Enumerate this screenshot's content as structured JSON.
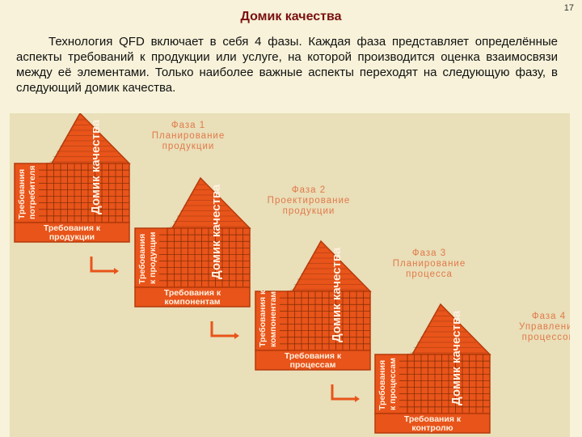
{
  "slide": {
    "title": "Домик качества",
    "page_number": "17",
    "body_text": "Технология QFD включает в себя 4 фазы. Каждая фаза представляет определённые аспекты требований к продукции или услуге, на которой производится оценка взаимосвязи между её элементами. Только наиболее важные аспекты переходят на следующую фазу, в следующий домик качества."
  },
  "colors": {
    "house": "#e8541a",
    "house_dark": "#b63a0a",
    "grid": "#7a2a06",
    "label": "#f39a63",
    "phase_text": "#e07a4a",
    "arrow": "#e8541a"
  },
  "houses": [
    {
      "roof_label": "Домик качества",
      "side_label": [
        "Требования",
        "потребителя"
      ],
      "bottom_label": [
        "Требования к",
        "продукции"
      ],
      "phase_label": [
        "Фаза 1",
        "Планирование",
        "продукции"
      ]
    },
    {
      "roof_label": "Домик качества",
      "side_label": [
        "Требования",
        "к продукции"
      ],
      "bottom_label": [
        "Требования к",
        "компонентам"
      ],
      "phase_label": [
        "Фаза 2",
        "Проектирование",
        "продукции"
      ]
    },
    {
      "roof_label": "Домик качества",
      "side_label": [
        "Требования к",
        "компонентам"
      ],
      "bottom_label": [
        "Требования к",
        "процессам"
      ],
      "phase_label": [
        "Фаза 3",
        "Планирование",
        "процесса"
      ]
    },
    {
      "roof_label": "Домик качества",
      "side_label": [
        "Требования",
        "к процессам"
      ],
      "bottom_label": [
        "Требования к",
        "контролю"
      ],
      "phase_label": [
        "Фаза 4",
        "Управление",
        "процессом"
      ]
    }
  ]
}
